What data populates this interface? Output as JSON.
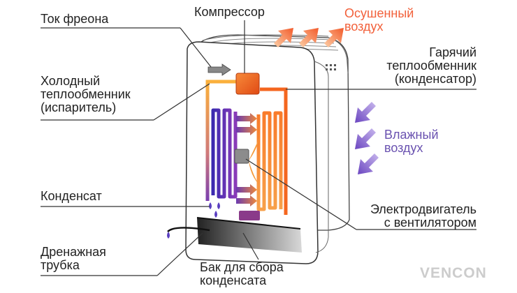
{
  "labels": {
    "freon_flow": "Ток фреона",
    "compressor": "Компрессор",
    "dried_air": [
      "Осушенный",
      "воздух"
    ],
    "cold_exchanger": [
      "Холодный",
      "теплообменник",
      "(испаритель)"
    ],
    "hot_exchanger": [
      "Гарячий",
      "теплообменник",
      "(конденсатор)"
    ],
    "humid_air": [
      "Влажный",
      "воздух"
    ],
    "condensate": "Конденсат",
    "motor": [
      "Электродвигатель",
      "с вентилятором"
    ],
    "drain_tube": [
      "Дренажная",
      "трубка"
    ],
    "tank": [
      "Бак для сбора",
      "конденсата"
    ]
  },
  "logo": "VENCON",
  "colors": {
    "text": "#222222",
    "dried_air_text": "#f2603a",
    "humid_air_text": "#6a52b0",
    "hot_arrow": "#f5713a",
    "humid_arrow": "#7a55c8",
    "cold_coil": "#4a2fb8",
    "hot_coil": "#e8402a",
    "compressor": "#f26522",
    "drop": "#5a3fc0",
    "logo": "#cccccc"
  }
}
